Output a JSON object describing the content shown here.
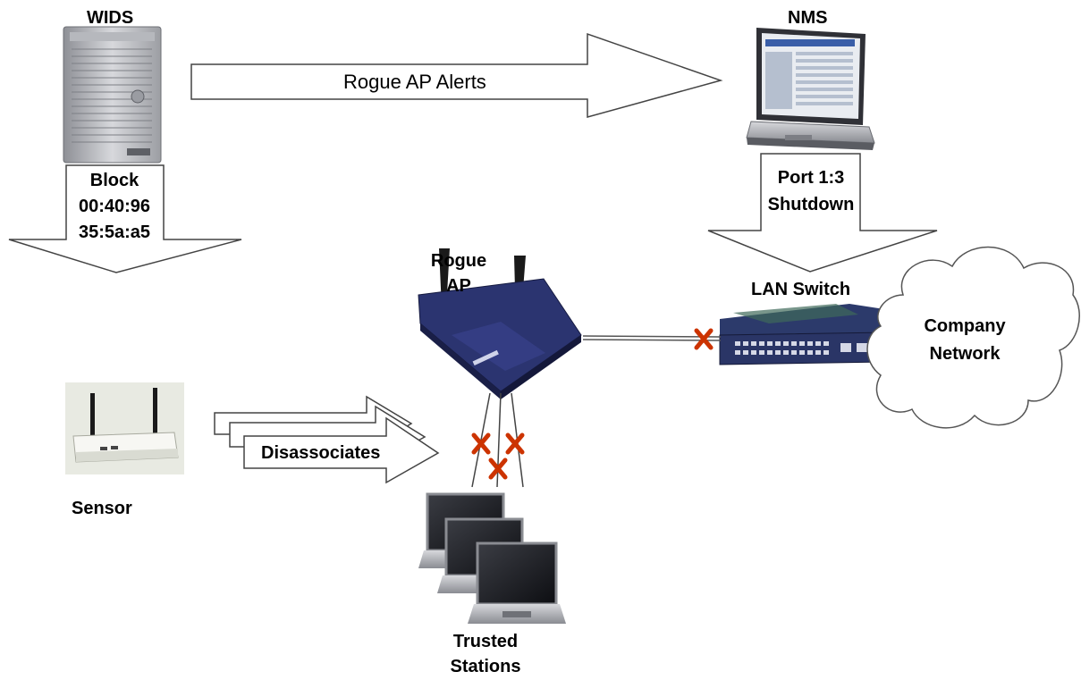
{
  "labels": {
    "wids": "WIDS",
    "nms": "NMS",
    "rogue_ap_line1": "Rogue",
    "rogue_ap_line2": "AP",
    "lan_switch": "LAN Switch",
    "company_line1": "Company",
    "company_line2": "Network",
    "sensor": "Sensor",
    "trusted_line1": "Trusted",
    "trusted_line2": "Stations"
  },
  "arrows": {
    "alerts": "Rogue AP Alerts",
    "block_line1": "Block",
    "block_line2": "00:40:96",
    "block_line3": "35:5a:a5",
    "port_line1": "Port 1:3",
    "port_line2": "Shutdown",
    "disassociates": "Disassociates"
  },
  "colors": {
    "x_mark": "#cc3300",
    "arrow_stroke": "#333333",
    "server_body": "#c9c9cc",
    "ap_body": "#2b3470"
  },
  "icons": [
    "server-icon",
    "laptop-icon",
    "access-point-icon",
    "switch-icon",
    "cloud-icon",
    "sensor-icon",
    "x-mark-icon"
  ]
}
